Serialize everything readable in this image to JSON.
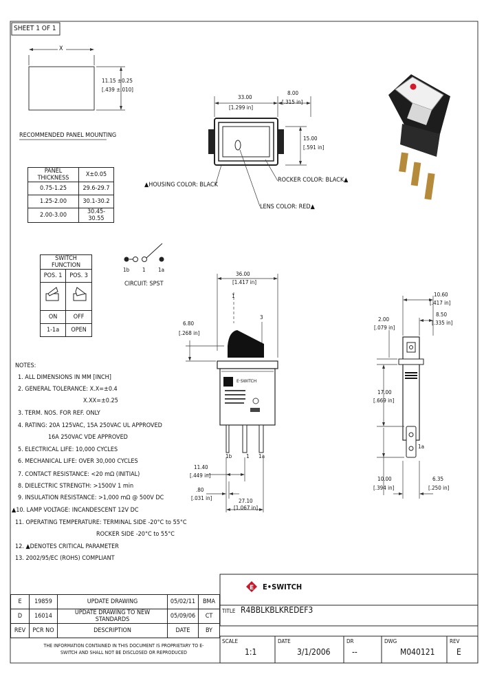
{
  "sheet": "SHEET 1 OF 1",
  "panel_cutout": {
    "x_label": "X",
    "h_label": "11.15",
    "h_tol": "±0.25",
    "h_in": "[.439",
    "h_in_tol": "±.010]"
  },
  "panel_mounting": {
    "title": "RECOMMENDED PANEL MOUNTING",
    "headers": [
      "PANEL THICKNESS",
      "X±0.05"
    ],
    "rows": [
      [
        "0.75-1.25",
        "29.6-29.7"
      ],
      [
        "1.25-2.00",
        "30.1-30.2"
      ],
      [
        "2.00-3.00",
        "30.45-30.55"
      ]
    ]
  },
  "switch_function": {
    "title": "SWITCH FUNCTION",
    "headers": [
      "POS. 1",
      "POS. 3"
    ],
    "states": [
      "ON",
      "OFF"
    ],
    "terminals": [
      "1-1a",
      "OPEN"
    ]
  },
  "circuit": {
    "labels": [
      "1b",
      "1",
      "1a"
    ],
    "caption": "CIRCUIT: SPST"
  },
  "front_view": {
    "width": "33.00",
    "width_in": "[1.299 in]",
    "depth": "8.00",
    "depth_in": "[.315 in]",
    "height": "15.00",
    "height_in": "[.591 in]",
    "housing": "▲HOUSING COLOR: BLACK",
    "rocker": "ROCKER COLOR: BLACK▲",
    "lens": "LENS COLOR: RED▲"
  },
  "side_view": {
    "width": "36.00",
    "width_in": "[1.417 in]",
    "pos1": "1",
    "pos3": "3",
    "rocker_h": "6.80",
    "rocker_h_in": "[.268 in]",
    "brand": "E·SWITCH",
    "term_labels": [
      "1b",
      "1",
      "1a"
    ],
    "d1": "11.40",
    "d1_in": "[.449 in]",
    "d2": ".80",
    "d2_in": "[.031 in]",
    "d3": "27.10",
    "d3_in": "[1.067 in]"
  },
  "end_view": {
    "d_total": "10.60",
    "d_total_in": "[.417 in]",
    "d_inner": "8.50",
    "d_inner_in": "[.335 in]",
    "d_term": "2.00",
    "d_term_in": "[.079 in]",
    "d_body": "17.00",
    "d_body_in": "[.669 in]",
    "d_pin": "10.00",
    "d_pin_in": "[.394 in]",
    "d_pin_w": "6.35",
    "d_pin_w_in": "[.250 in]",
    "term_label": "1a"
  },
  "notes": {
    "title": "NOTES:",
    "lines": [
      "1. ALL DIMENSIONS IN MM [INCH]",
      "2. GENERAL TOLERANCE: X.X=±0.4",
      "X.XX=±0.25",
      "3. TERM. NOS. FOR REF. ONLY",
      "4. RATING: 20A 125VAC, 15A 250VAC UL APPROVED",
      "16A 250VAC VDE APPROVED",
      "5. ELECTRICAL LIFE: 10,000 CYCLES",
      "6. MECHANICAL LIFE: OVER 30,000 CYCLES",
      "7. CONTACT RESISTANCE: <20 mΩ (INITIAL)",
      "8. DIELECTRIC STRENGTH: >1500V 1 min",
      "9. INSULATION RESISTANCE: >1,000 mΩ @ 500V DC",
      "▲10. LAMP VOLTAGE: INCANDESCENT 12V DC",
      "11. OPERATING TEMPERATURE: TERMINAL SIDE -20°C to 55°C",
      "ROCKER SIDE -20°C to 55°C",
      "12. ▲DENOTES CRITICAL PARAMETER",
      "13. 2002/95/EC (ROHS) COMPLIANT"
    ]
  },
  "revisions": {
    "headers": [
      "REV",
      "PCR NO",
      "DESCRIPTION",
      "DATE",
      "BY"
    ],
    "rows": [
      [
        "E",
        "19859",
        "UPDATE DRAWING",
        "05/02/11",
        "BMA"
      ],
      [
        "D",
        "16014",
        "UPDATE DRAWING TO NEW STANDARDS",
        "05/09/06",
        "CT"
      ]
    ],
    "proprietary": "THE INFORMATION CONTAINED IN THIS DOCUMENT IS PROPRIETARY TO E-SWITCH AND SHALL NOT BE DISCLOSED OR REPRODUCED"
  },
  "title_block": {
    "logo": "E•SWITCH",
    "title_label": "TITLE",
    "title": "R4BBLKBLKREDEF3",
    "scale_label": "SCALE",
    "scale": "1:1",
    "date_label": "DATE",
    "date": "3/1/2006",
    "dr_label": "DR",
    "dr": "--",
    "dwg_label": "DWG",
    "dwg": "M040121",
    "rev_label": "REV",
    "rev": "E"
  }
}
